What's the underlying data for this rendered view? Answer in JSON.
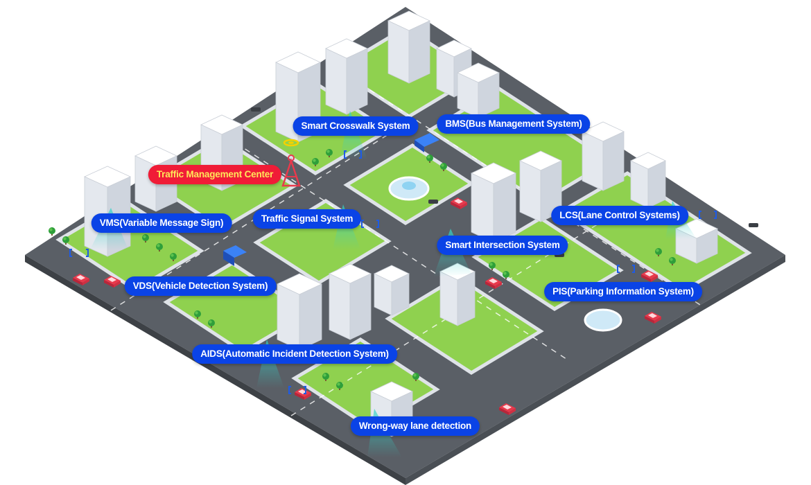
{
  "colors": {
    "background": "#ffffff",
    "label_blue": "#0a43e6",
    "label_red": "#f01c37",
    "label_red_text": "#ffe75a",
    "grass": "#8fd14f",
    "road": "#6b6f74",
    "sidewalk": "#dfe3e8",
    "building": "#f1f3f7",
    "sensor_beam": "#33d2c9"
  },
  "labels": {
    "tmc": "Traffic Management Center",
    "crosswalk": "Smart Crosswalk System",
    "bms": "BMS(Bus Management System)",
    "signal": "Traffic Signal System",
    "vms": "VMS(Variable Message Sign)",
    "lcs": "LCS(Lane Control Systems)",
    "intersection": "Smart Intersection System",
    "vds": "VDS(Vehicle Detection System)",
    "pis": "PIS(Parking Information System)",
    "aids": "AIDS(Automatic Incident Detection System)",
    "wrongway": "Wrong-way lane detection"
  },
  "icons": [
    "tower-icon",
    "sensor-icon",
    "camera-icon",
    "traffic-light-icon",
    "bus-icon",
    "car-icon",
    "fountain-icon"
  ]
}
